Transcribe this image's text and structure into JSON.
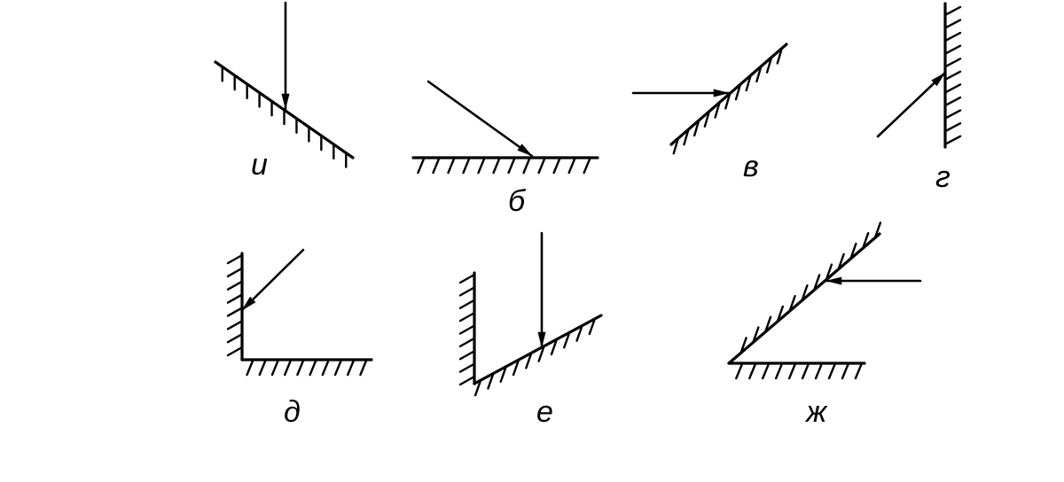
{
  "panels": [
    {
      "id": "a",
      "label": "и"
    },
    {
      "id": "b",
      "label": "б"
    },
    {
      "id": "v",
      "label": "в"
    },
    {
      "id": "g",
      "label": "г"
    },
    {
      "id": "d",
      "label": "д"
    },
    {
      "id": "e",
      "label": "е"
    },
    {
      "id": "zh",
      "label": "ж"
    }
  ]
}
